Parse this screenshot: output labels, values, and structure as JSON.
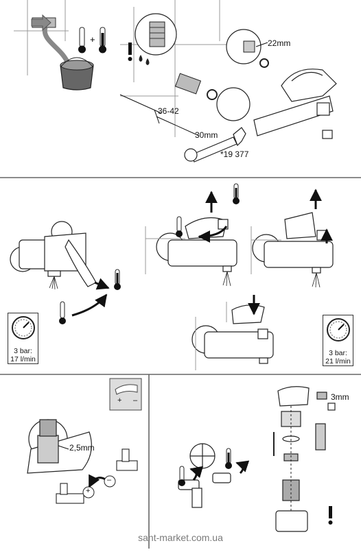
{
  "labels": {
    "wrench_size": "22mm",
    "depth_range": "36-42",
    "spanner_size": "30mm",
    "part_number": "*19 377",
    "hex_key": "2,5mm",
    "hex_key_small": "3mm"
  },
  "gauges": [
    {
      "pressure": "3 bar:",
      "flow": "17 l/min"
    },
    {
      "pressure": "3 bar:",
      "flow": "21 l/min"
    }
  ],
  "icons": {
    "plus": "+",
    "minus": "–"
  },
  "watermark": "sant-market.com.ua"
}
